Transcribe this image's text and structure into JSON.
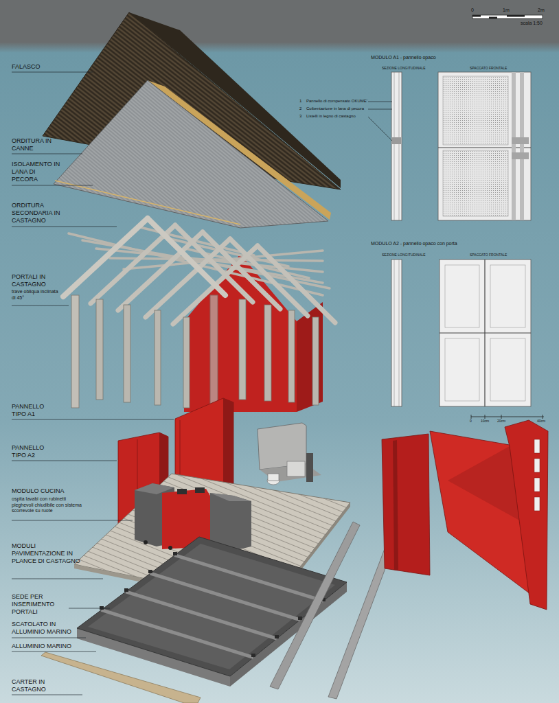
{
  "diagram": {
    "labels": [
      "0",
      "1m",
      "2m",
      "scala 1:50",
      "FALASCO",
      "ORDITURA IN CANNE",
      "ISOLAMENTO IN LANA DI PECORA",
      "ORDITURA SECONDARIA IN CASTAGNO",
      "PORTALI IN CASTAGNO",
      "trave obliqua inclinata di 45°",
      "PANNELLO TIPO A1",
      "PANNELLO TIPO A2",
      "MODULO CUCINA",
      "ospita lavabi con rubinetti pieghevoli chiudibile con sistema scorrevole su ruote",
      "MODULI PAVIMENTAZIONE IN PLANCE DI CASTAGNO",
      "SEDE PER INSERIMENTO PORTALI",
      "SCATOLATO IN ALLUMINIO MARINO",
      "ALLUMINIO MARINO",
      "CARTER IN CASTAGNO",
      "MODULO A1 - pannello opaco",
      "SEZIONE LONGITUDINALE",
      "SPACCATO FRONTALE",
      "1",
      "Pannello di compensato OKUME'",
      "2",
      "Coibentazione in lana di pecora",
      "3",
      "Listelli in legno di castagno",
      "MODULO A2 - pannello opaco con porta",
      "SEZIONE LONGITUDINALE",
      "SPACCATO FRONTALE",
      "0",
      "10cm",
      "20cm",
      "40cm"
    ]
  }
}
